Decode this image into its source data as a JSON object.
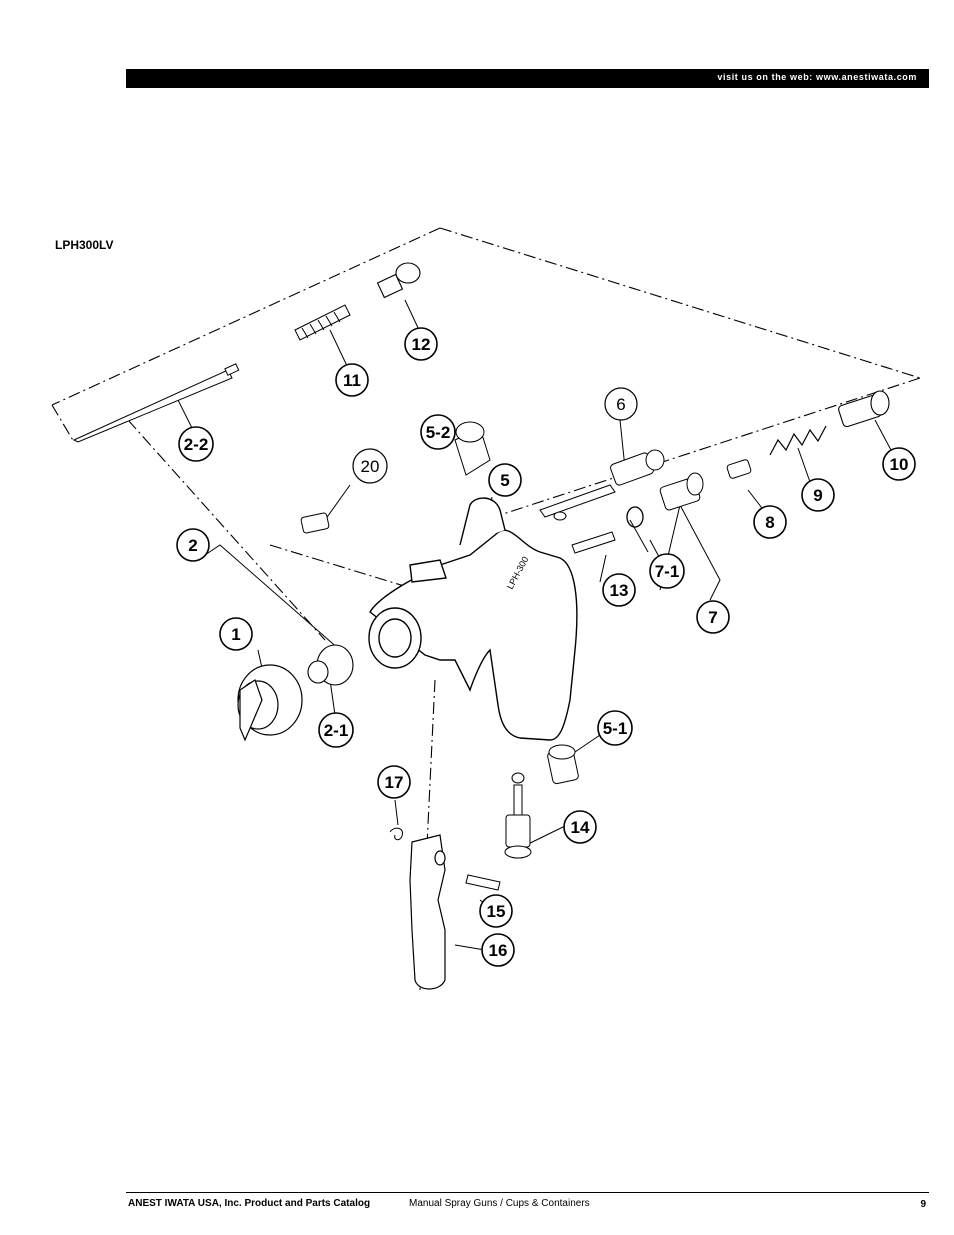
{
  "header": {
    "web_text": "visit us on the web: www.anestiwata.com"
  },
  "model": {
    "label": "LPH300LV"
  },
  "gun_marking": "LPH-300",
  "callouts": [
    {
      "id": "c1",
      "label": "1"
    },
    {
      "id": "c2",
      "label": "2"
    },
    {
      "id": "c2_1",
      "label": "2-1"
    },
    {
      "id": "c2_2",
      "label": "2-2"
    },
    {
      "id": "c5",
      "label": "5"
    },
    {
      "id": "c5_1",
      "label": "5-1"
    },
    {
      "id": "c5_2",
      "label": "5-2"
    },
    {
      "id": "c6",
      "label": "6"
    },
    {
      "id": "c7",
      "label": "7"
    },
    {
      "id": "c7_1",
      "label": "7-1"
    },
    {
      "id": "c8",
      "label": "8"
    },
    {
      "id": "c9",
      "label": "9"
    },
    {
      "id": "c10",
      "label": "10"
    },
    {
      "id": "c11",
      "label": "11"
    },
    {
      "id": "c12",
      "label": "12"
    },
    {
      "id": "c13",
      "label": "13"
    },
    {
      "id": "c14",
      "label": "14"
    },
    {
      "id": "c15",
      "label": "15"
    },
    {
      "id": "c16",
      "label": "16"
    },
    {
      "id": "c17",
      "label": "17"
    },
    {
      "id": "c20",
      "label": "20"
    }
  ],
  "footer": {
    "company": "ANEST IWATA USA, Inc. Product and Parts Catalog",
    "section": "Manual Spray Guns / Cups & Containers",
    "page": "9"
  }
}
